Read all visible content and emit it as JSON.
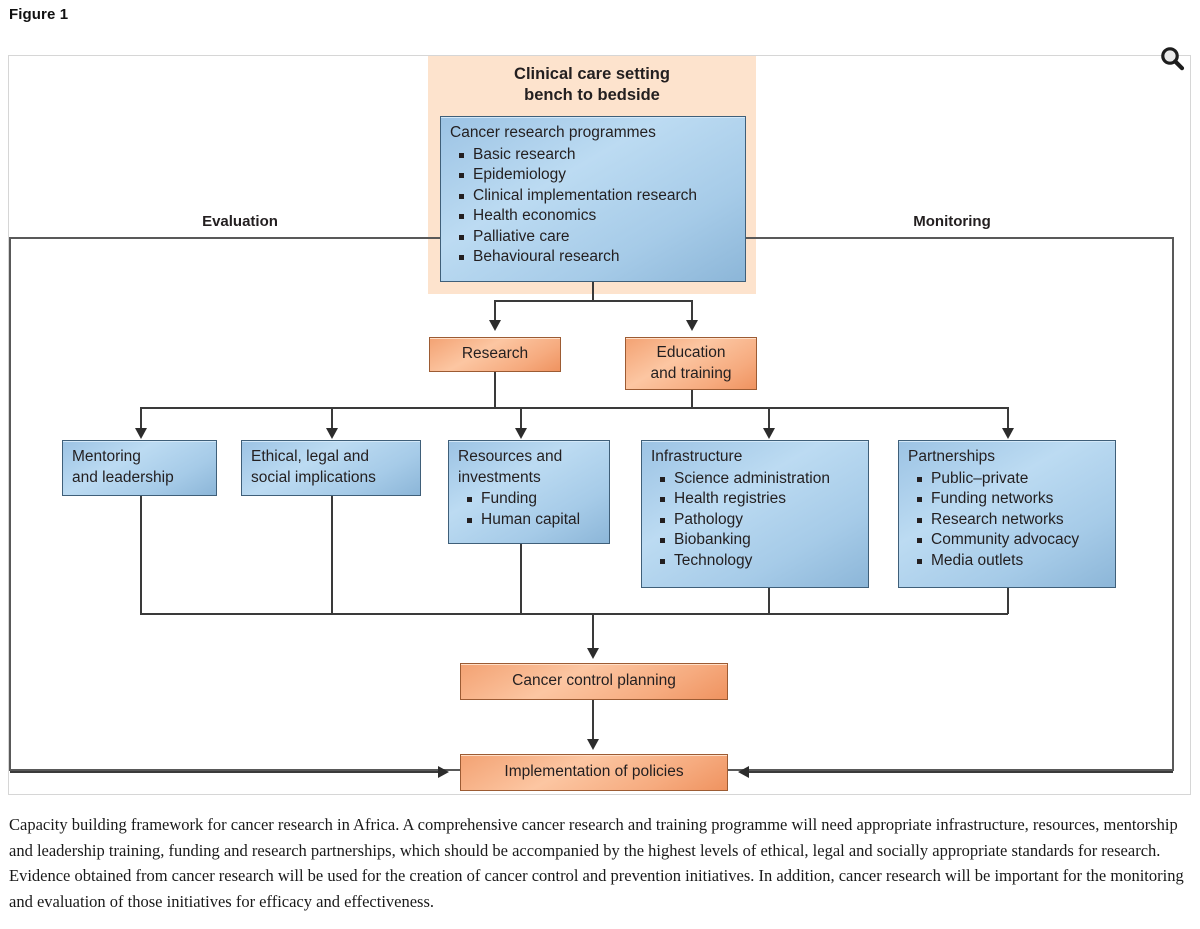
{
  "figure": {
    "label": "Figure 1",
    "zoom_icon": "magnifier-icon"
  },
  "diagram": {
    "band": {
      "title_line1": "Clinical care setting",
      "title_line2": "bench to bedside",
      "background_color": "#fde3cd"
    },
    "loop_labels": {
      "left": "Evaluation",
      "right": "Monitoring"
    },
    "colors": {
      "blue_node": "#a8cae8",
      "blue_border": "#3f5f79",
      "orange_node": "#f7ab7f",
      "orange_border": "#9c5b33",
      "connector": "#3a3a3a",
      "frame": "#595959"
    },
    "nodes": {
      "programmes": {
        "title": "Cancer research programmes",
        "items": [
          "Basic research",
          "Epidemiology",
          "Clinical implementation research",
          "Health economics",
          "Palliative care",
          "Behavioural research"
        ]
      },
      "research": {
        "title": "Research"
      },
      "education": {
        "title": "Education\nand training",
        "line1": "Education",
        "line2": "and training"
      },
      "mentoring": {
        "line1": "Mentoring",
        "line2": "and leadership"
      },
      "ethical": {
        "line1": "Ethical, legal and",
        "line2": "social implications"
      },
      "resources": {
        "line1": "Resources and",
        "line2": "investments",
        "items": [
          "Funding",
          "Human capital"
        ]
      },
      "infrastructure": {
        "title": "Infrastructure",
        "items": [
          "Science administration",
          "Health registries",
          "Pathology",
          "Biobanking",
          "Technology"
        ]
      },
      "partnerships": {
        "title": "Partnerships",
        "items": [
          "Public–private",
          "Funding networks",
          "Research networks",
          "Community advocacy",
          "Media outlets"
        ]
      },
      "planning": {
        "title": "Cancer control planning"
      },
      "policies": {
        "title": "Implementation of policies"
      }
    }
  },
  "caption": {
    "text": "Capacity building framework for cancer research in Africa. A comprehensive cancer research and training programme will need appropriate infrastructure, resources, mentorship and leadership training, funding and research partnerships, which should be accompanied by the highest levels of ethical, legal and socially appropriate standards for research. Evidence obtained from cancer research will be used for the creation of cancer control and prevention initiatives. In addition, cancer research will be important for the monitoring and evaluation of those initiatives for efficacy and effectiveness."
  }
}
